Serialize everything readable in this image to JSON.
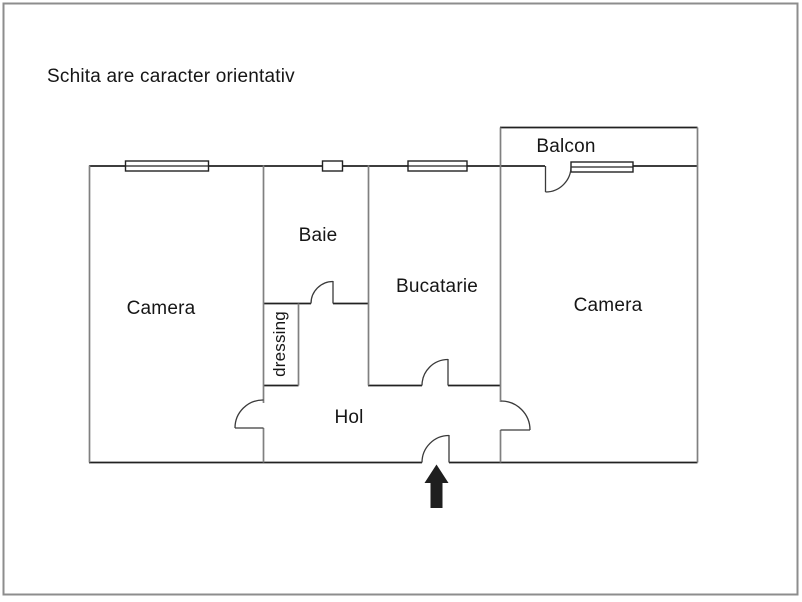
{
  "title": "Schita are caracter orientativ",
  "rooms": {
    "camera_left": "Camera",
    "baie": "Baie",
    "dressing": "dressing",
    "bucatarie": "Bucatarie",
    "balcon": "Balcon",
    "camera_right": "Camera",
    "hol": "Hol"
  },
  "icons": {
    "entrance_arrow": "up-arrow"
  },
  "colors": {
    "wall_horizontal": "#222222",
    "wall_vertical": "#808080",
    "door_line": "#3a3a3a",
    "window_border": "#222222",
    "arrow": "#1f1f1f",
    "page_border": "#8d8d8d",
    "text": "#161616",
    "background": "#ffffff"
  }
}
